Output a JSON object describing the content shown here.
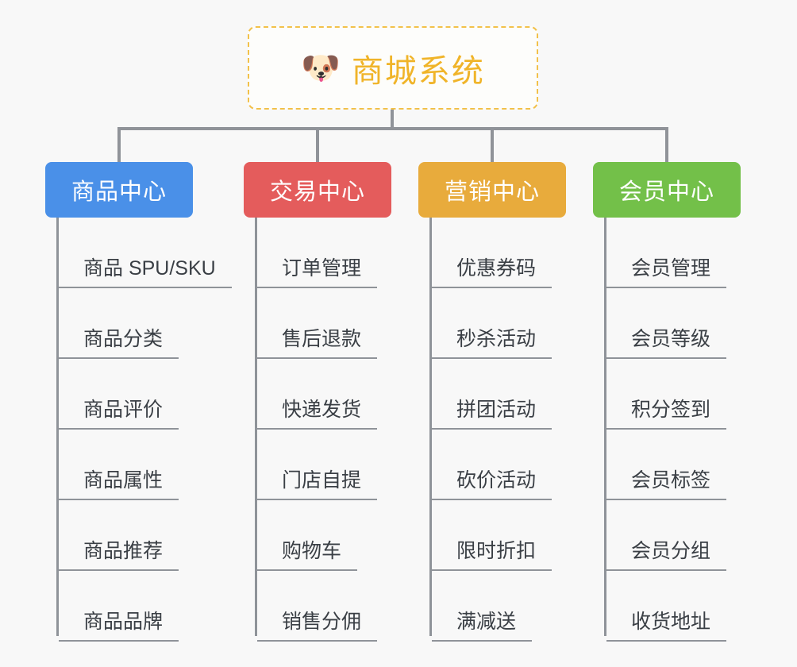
{
  "root": {
    "emoji": "dog-face-emoji",
    "emoji_glyph": "🐶",
    "title": "商城系统",
    "border_color": "#f2c14a",
    "text_color": "#f0b429"
  },
  "connector_color": "#909399",
  "background_color": "#f8f8f8",
  "columns": [
    {
      "id": "product-center",
      "title": "商品中心",
      "color": "#4a90e8",
      "items": [
        "商品 SPU/SKU",
        "商品分类",
        "商品评价",
        "商品属性",
        "商品推荐",
        "商品品牌"
      ]
    },
    {
      "id": "trade-center",
      "title": "交易中心",
      "color": "#e45c5c",
      "items": [
        "订单管理",
        "售后退款",
        "快递发货",
        "门店自提",
        "购物车",
        "销售分佣"
      ]
    },
    {
      "id": "marketing-center",
      "title": "营销中心",
      "color": "#e8ab3c",
      "items": [
        "优惠券码",
        "秒杀活动",
        "拼团活动",
        "砍价活动",
        "限时折扣",
        "满减送"
      ]
    },
    {
      "id": "member-center",
      "title": "会员中心",
      "color": "#73c049",
      "items": [
        "会员管理",
        "会员等级",
        "积分签到",
        "会员标签",
        "会员分组",
        "收货地址"
      ]
    }
  ]
}
